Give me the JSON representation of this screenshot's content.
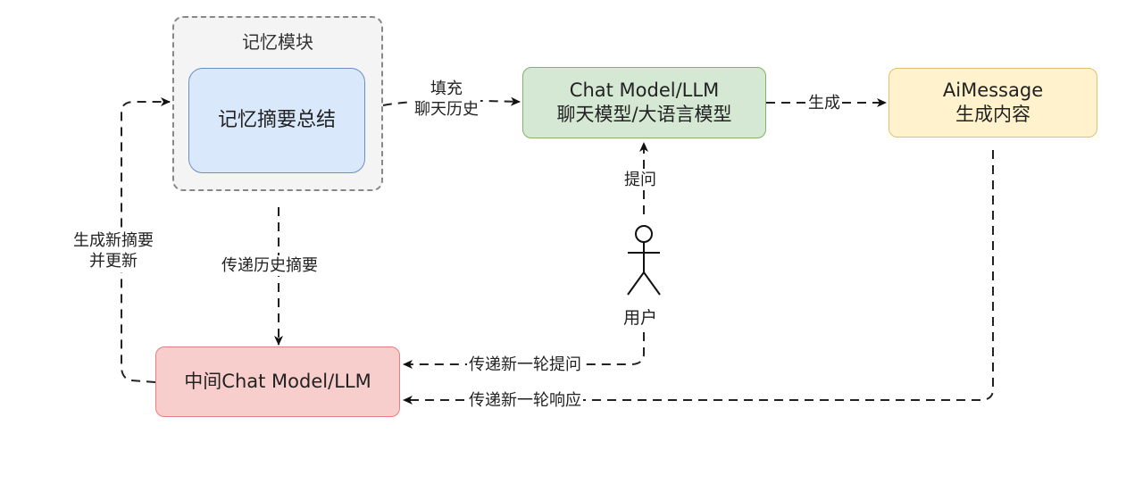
{
  "nodes": {
    "memory_module": "记忆模块",
    "summary": "记忆摘要总结",
    "llm_line1": "Chat Model/LLM",
    "llm_line2": "聊天模型/大语言模型",
    "ai_line1": "AiMessage",
    "ai_line2": "生成内容",
    "mid_llm": "中间Chat Model/LLM",
    "user": "用户"
  },
  "edges": {
    "fill_line1": "填充",
    "fill_line2": "聊天历史",
    "generate": "生成",
    "ask": "提问",
    "pass_history": "传递历史摘要",
    "new_summary_line1": "生成新摘要",
    "new_summary_line2": "并更新",
    "pass_question": "传递新一轮提问",
    "pass_response": "传递新一轮响应"
  }
}
